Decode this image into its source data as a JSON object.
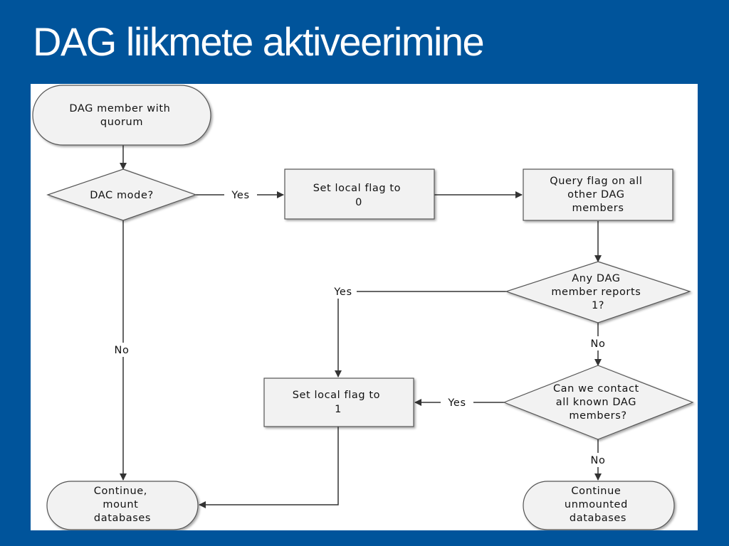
{
  "slide": {
    "title": "DAG liikmete aktiveerimine",
    "background_color": "#00549B"
  },
  "diagram": {
    "nodes": {
      "start": {
        "lines": [
          "DAG member with",
          "quorum"
        ]
      },
      "dac_mode": {
        "lines": [
          "DAC mode?"
        ]
      },
      "set_flag_0": {
        "lines": [
          "Set local flag to",
          "0"
        ]
      },
      "query_flag": {
        "lines": [
          "Query flag on all",
          "other DAG",
          "members"
        ]
      },
      "any_reports_1": {
        "lines": [
          "Any DAG",
          "member reports",
          "1?"
        ]
      },
      "can_contact": {
        "lines": [
          "Can we contact",
          "all known DAG",
          "members?"
        ]
      },
      "set_flag_1": {
        "lines": [
          "Set local flag to",
          "1"
        ]
      },
      "continue_mount": {
        "lines": [
          "Continue,",
          "mount",
          "databases"
        ]
      },
      "continue_unmount": {
        "lines": [
          "Continue",
          "unmounted",
          "databases"
        ]
      }
    },
    "edge_labels": {
      "dac_yes": "Yes",
      "dac_no": "No",
      "reports_yes": "Yes",
      "reports_no": "No",
      "contact_yes": "Yes",
      "contact_no": "No"
    }
  }
}
